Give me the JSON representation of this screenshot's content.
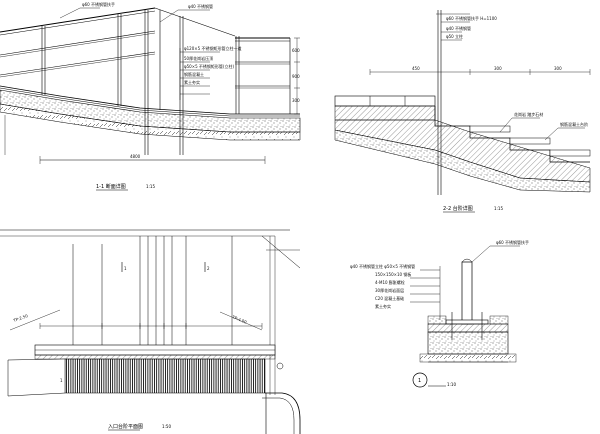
{
  "drawing_1": {
    "title": "1-1 断面详图",
    "scale": "1:15",
    "callouts": [
      "φ60 不锈钢管扶手",
      "φ40 不锈钢管",
      "φ120×5 不锈钢矩形管立柱一道",
      "50厚花岗岩压顶",
      "φ50×5 不锈钢矩形管(立柱)",
      "钢筋混凝土",
      "素土夯实"
    ],
    "dims": [
      "600",
      "900",
      "300",
      "4800"
    ]
  },
  "drawing_2": {
    "title": "2-2 台阶详图",
    "scale": "1:15",
    "callouts": [
      "φ60 不锈钢管扶手  H=1100",
      "φ40 不锈钢管",
      "φ50 立柱",
      "花岗岩 踏步石材",
      "钢筋混凝土台阶"
    ],
    "dims": [
      "450",
      "300",
      "300"
    ]
  },
  "drawing_3": {
    "title": "入口台阶平面图",
    "scale": "1:50",
    "marks": [
      "1",
      "2",
      "1"
    ],
    "dims": [
      "TP:2.50",
      "TP:4.00"
    ]
  },
  "drawing_4": {
    "detail_no": "1",
    "scale": "1:10",
    "callouts": [
      "φ60 不锈钢管扶手",
      "φ40 不锈钢管立柱 φ50×5 不锈钢管",
      "150×150×10 钢板",
      "4-M10 膨胀螺栓",
      "30厚花岗岩面层",
      "C20 混凝土基础",
      "素土夯实"
    ]
  }
}
